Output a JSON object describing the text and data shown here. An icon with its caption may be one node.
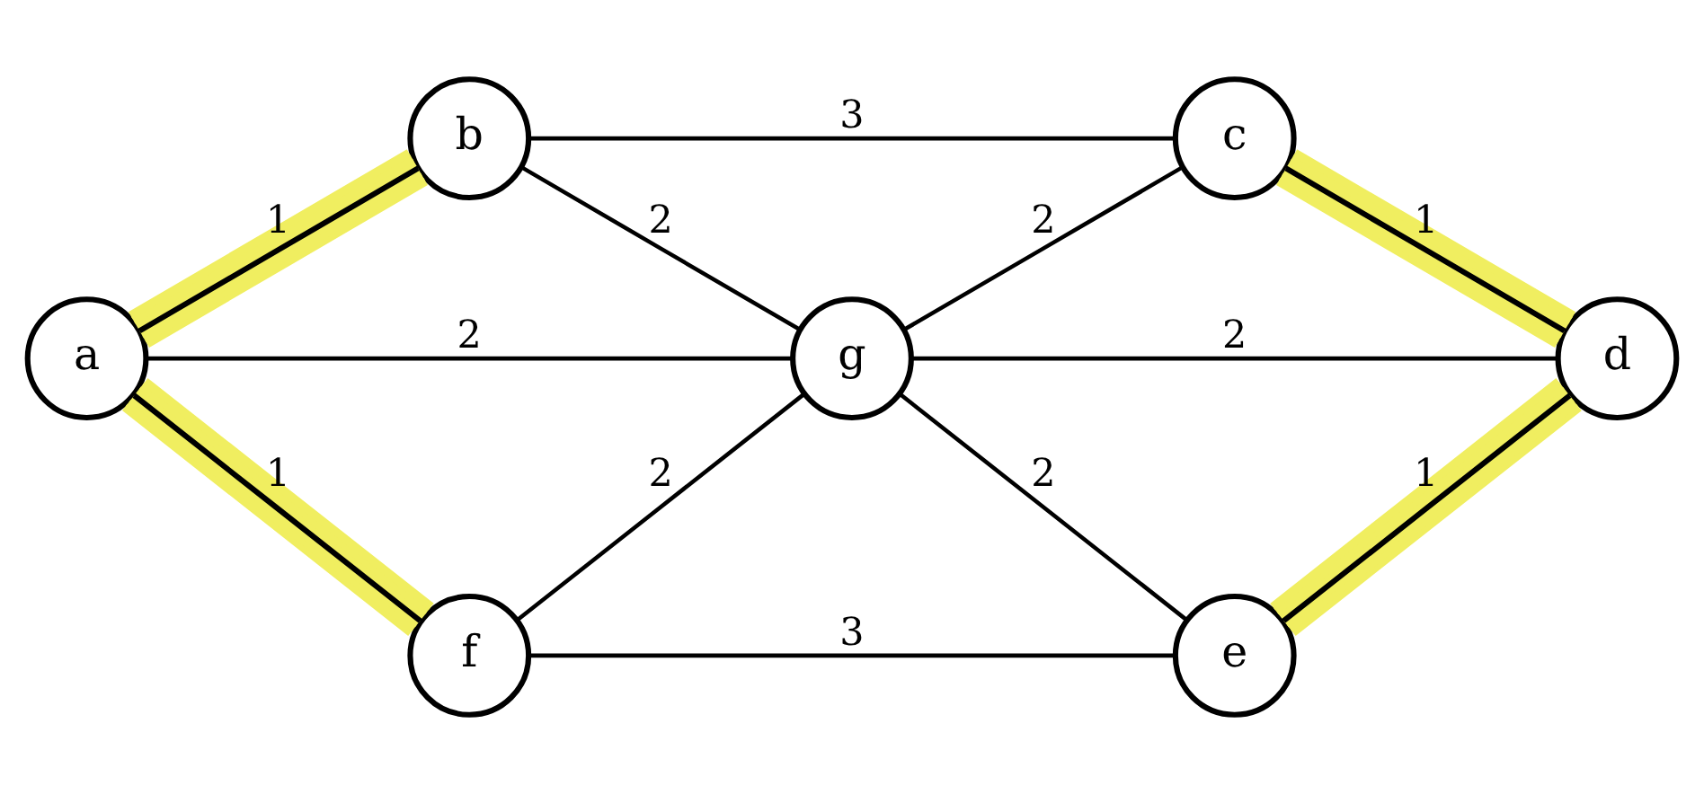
{
  "diagram": {
    "nodes": [
      {
        "text": [
          "b"
        ]
      },
      {
        "text": [
          "c"
        ]
      },
      {
        "text": [
          "a"
        ]
      },
      {
        "text": [
          "g"
        ]
      },
      {
        "text": [
          "d"
        ]
      },
      {
        "text": [
          "f"
        ]
      },
      {
        "text": [
          "e"
        ]
      }
    ],
    "edges": [
      {
        "from": 2,
        "to": 0,
        "arrow": "none",
        "label": "1",
        "style": "thick",
        "color": "#f0ee60"
      },
      {
        "from": 2,
        "to": 3,
        "arrow": "none",
        "label": "2"
      },
      {
        "from": 2,
        "to": 5,
        "arrow": "none",
        "label": "1",
        "style": "thick",
        "color": "#f0ee60"
      },
      {
        "from": 0,
        "to": 1,
        "arrow": "none",
        "label": "3"
      },
      {
        "from": 0,
        "to": 3,
        "arrow": "none",
        "label": "2"
      },
      {
        "from": 5,
        "to": 3,
        "arrow": "none",
        "label": "2"
      },
      {
        "from": 5,
        "to": 6,
        "arrow": "none",
        "label": "3"
      },
      {
        "from": 3,
        "to": 1,
        "arrow": "none",
        "label": "2"
      },
      {
        "from": 3,
        "to": 4,
        "arrow": "none",
        "label": "2"
      },
      {
        "from": 3,
        "to": 6,
        "arrow": "none",
        "label": "2"
      },
      {
        "from": 1,
        "to": 4,
        "arrow": "none",
        "label": "1",
        "style": "thick",
        "color": "#f0ee60"
      },
      {
        "from": 6,
        "to": 4,
        "arrow": "none",
        "label": "1",
        "style": "thick",
        "color": "#f0ee60"
      }
    ]
  }
}
